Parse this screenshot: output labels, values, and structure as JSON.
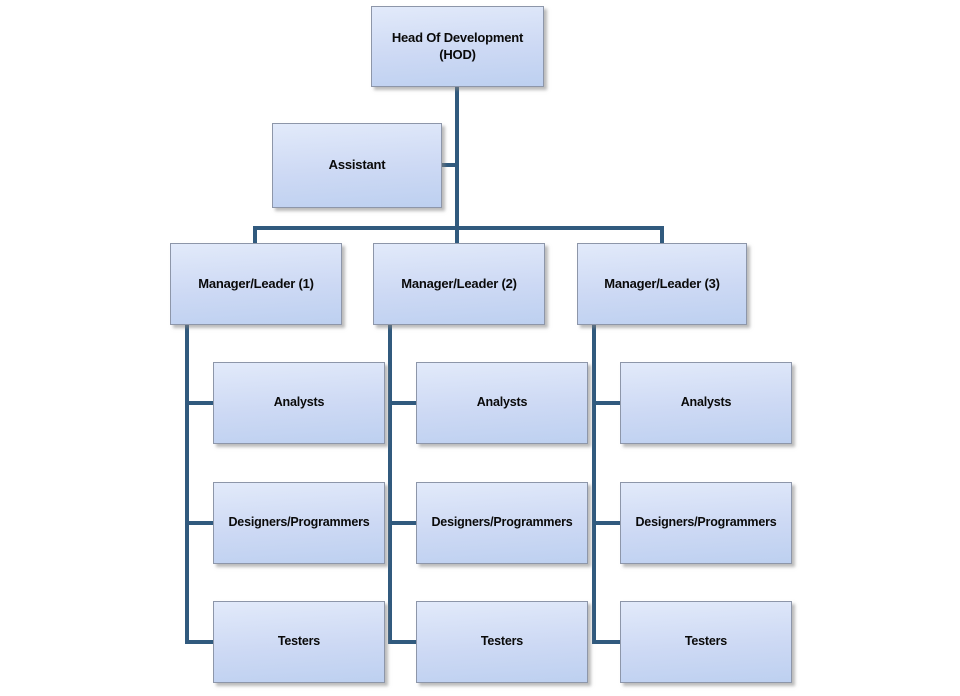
{
  "diagram": {
    "type": "org-chart",
    "root": {
      "label": "Head Of Development\n(HOD)"
    },
    "assistant": {
      "label": "Assistant"
    },
    "managers": [
      {
        "label": "Manager/Leader (1)",
        "children": [
          {
            "label": "Analysts"
          },
          {
            "label": "Designers/Programmers"
          },
          {
            "label": "Testers"
          }
        ]
      },
      {
        "label": "Manager/Leader (2)",
        "children": [
          {
            "label": "Analysts"
          },
          {
            "label": "Designers/Programmers"
          },
          {
            "label": "Testers"
          }
        ]
      },
      {
        "label": "Manager/Leader (3)",
        "children": [
          {
            "label": "Analysts"
          },
          {
            "label": "Designers/Programmers"
          },
          {
            "label": "Testers"
          }
        ]
      }
    ]
  },
  "colors": {
    "line": "#315a7e",
    "box-border": "#8d96a9",
    "fill-top": "#e2eafa",
    "fill-mid": "#cdd9f4",
    "fill-bottom": "#bdd0f0",
    "text": "#0a0a0a",
    "background": "#ffffff"
  }
}
